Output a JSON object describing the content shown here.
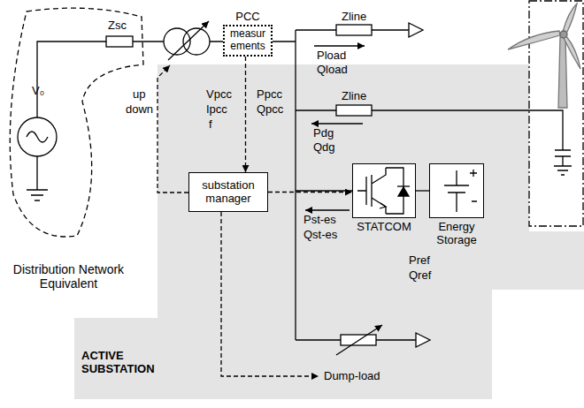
{
  "diagram": {
    "nodes": [
      {
        "text": [
          "Distribution Network Equivalent"
        ]
      },
      {
        "text": [
          "ACTIVE SUBSTATION"
        ]
      },
      {
        "text": [
          "PCC",
          "measur ements"
        ],
        "in": 1
      },
      {
        "text": [
          "substation manager"
        ],
        "in": 1
      },
      {
        "text": [
          "STATCOM"
        ],
        "in": 1
      },
      {
        "text": [
          "Energy Storage"
        ],
        "in": 1
      }
    ],
    "edges": [
      {
        "from": 2,
        "to": 3,
        "arrow": "to"
      },
      {
        "from": 3,
        "to": 4,
        "arrow": "to"
      },
      {
        "from": 4,
        "to": 5,
        "arrow": "none"
      }
    ],
    "labels": [
      "V₀",
      "Zsc",
      "up",
      "down",
      "Vpcc",
      "Ipcc",
      "f",
      "Ppcc",
      "Qpcc",
      "Zline",
      "Pload",
      "Qload",
      "Zline",
      "Pdg",
      "Qdg",
      "Pst-es",
      "Qst-es",
      "Pref",
      "Qref",
      "Dump-load"
    ]
  }
}
